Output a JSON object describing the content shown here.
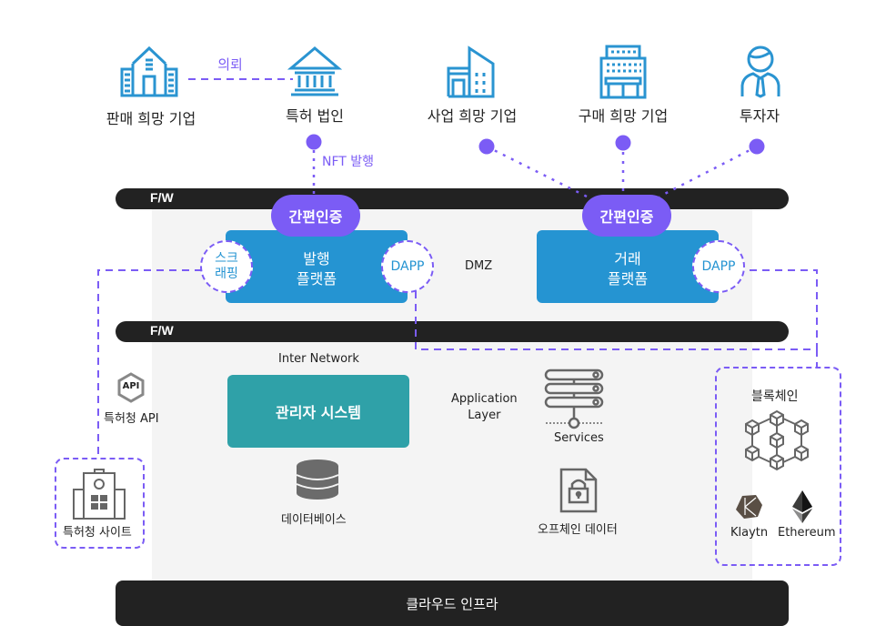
{
  "top_entities": [
    {
      "label": "판매 희망 기업",
      "icon": "office-building-icon"
    },
    {
      "label": "특허 법인",
      "icon": "courthouse-icon"
    },
    {
      "label": "사업 희망 기업",
      "icon": "company-building-icon"
    },
    {
      "label": "구매 희망 기업",
      "icon": "tower-building-icon"
    },
    {
      "label": "투자자",
      "icon": "investor-person-icon"
    }
  ],
  "connections": {
    "request_label": "의뢰",
    "nft_label": "NFT 발행"
  },
  "firewall": {
    "top_label": "F/W",
    "bottom_label": "F/W"
  },
  "dmz": {
    "label": "DMZ",
    "issuance_platform": {
      "auth_label": "간편인증",
      "title_line1": "발행",
      "title_line2": "플랫폼",
      "left_module_line1": "스크",
      "left_module_line2": "래핑",
      "right_module": "DAPP"
    },
    "trade_platform": {
      "auth_label": "간편인증",
      "title_line1": "거래",
      "title_line2": "플랫폼",
      "right_module": "DAPP"
    }
  },
  "internal": {
    "inter_network_label": "Inter Network",
    "admin_system_label": "관리자 시스템",
    "database_label": "데이터베이스",
    "application_layer_line1": "Application",
    "application_layer_line2": "Layer",
    "services_label": "Services",
    "offchain_data_label": "오프체인 데이터"
  },
  "external": {
    "patent_api_badge": "API",
    "patent_api_label": "특허청 API",
    "patent_site_label": "특허청 사이트"
  },
  "blockchain": {
    "title": "블록체인",
    "networks": [
      "Klaytn",
      "Ethereum"
    ]
  },
  "infra": {
    "label": "클라우드 인프라"
  },
  "colors": {
    "accent_purple": "#7b5cf5",
    "platform_blue": "#2594d2",
    "admin_teal": "#2fa1a8",
    "bar_dark": "#222222",
    "icon_blue": "#2a94d1",
    "icon_gray": "#666666"
  }
}
